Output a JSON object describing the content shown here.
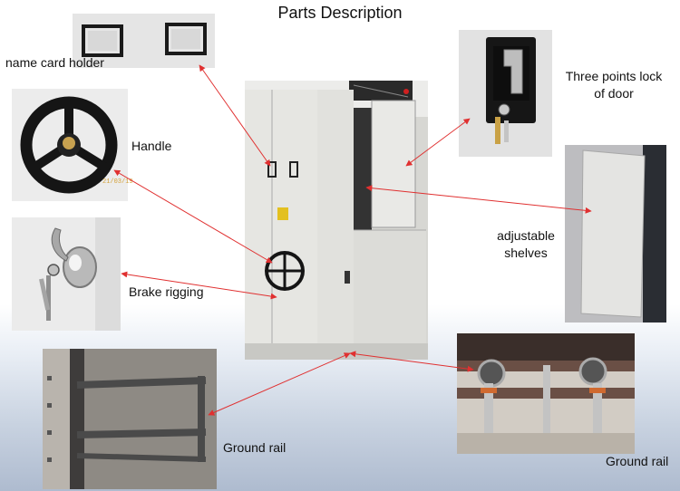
{
  "title": "Parts Description",
  "labels": {
    "name_card_holder": "name card holder",
    "handle": "Handle",
    "brake_rigging": "Brake  rigging",
    "ground_rail_left": "Ground rail",
    "three_points_lock_line1": "Three points lock",
    "three_points_lock_line2": "of door",
    "adjustable_shelves_line1": "adjustable",
    "adjustable_shelves_line2": "shelves",
    "ground_rail_right": "Ground rail"
  },
  "photo_date_stamp": "21/03/19",
  "colors": {
    "leader_line": "#e03030",
    "cabinet": "#e6e6e2",
    "photo_bg": "#e8e8e8"
  }
}
